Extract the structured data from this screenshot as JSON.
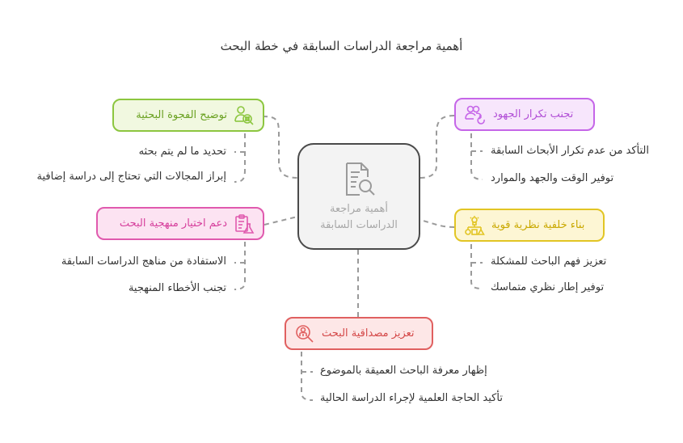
{
  "title": "أهمية مراجعة الدراسات السابقة في خطة البحث",
  "center": {
    "line1": "أهمية مراجعة",
    "line2": "الدراسات السابقة",
    "icon": "document-search-icon"
  },
  "nodes": {
    "gap": {
      "label": "توضيح الفجوة البحثية",
      "icon": "user-search-icon",
      "color": "#8cc63f",
      "fill": "#f1f8e0",
      "text_color": "#6aa121",
      "children": [
        "تحديد ما لم يتم بحثه",
        "إبراز المجالات التي تحتاج إلى دراسة إضافية"
      ]
    },
    "duplication": {
      "label": "تجنب تكرار الجهود",
      "icon": "users-refresh-icon",
      "color": "#c566e8",
      "fill": "#f7e6fc",
      "text_color": "#b14fd6",
      "children": [
        "التأكد من عدم تكرار الأبحاث السابقة",
        "توفير الوقت والجهد والموارد"
      ]
    },
    "methodology": {
      "label": "دعم اختيار منهجية البحث",
      "icon": "clipboard-flask-icon",
      "color": "#e05aae",
      "fill": "#fce3f2",
      "text_color": "#d63f9c",
      "children": [
        "الاستفادة من مناهج الدراسات السابقة",
        "تجنب الأخطاء المنهجية"
      ]
    },
    "theory": {
      "label": "بناء خلفية نظرية قوية",
      "icon": "idea-hierarchy-icon",
      "color": "#e2c524",
      "fill": "#fdf6d4",
      "text_color": "#c9a800",
      "children": [
        "تعزيز فهم الباحث للمشكلة",
        "توفير إطار نظري متماسك"
      ]
    },
    "credibility": {
      "label": "تعزيز مصداقية البحث",
      "icon": "person-search-icon",
      "color": "#e06060",
      "fill": "#fde7e7",
      "text_color": "#d44848",
      "children": [
        "إظهار معرفة الباحث العميقة بالموضوع",
        "تأكيد الحاجة العلمية لإجراء الدراسة الحالية"
      ]
    }
  }
}
